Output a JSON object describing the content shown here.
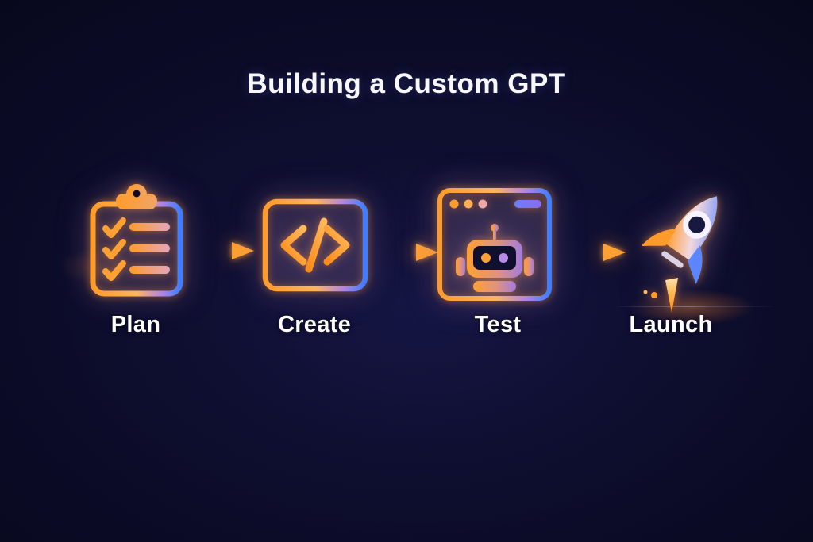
{
  "title": "Building a Custom GPT",
  "steps": [
    {
      "label": "Plan",
      "icon": "clipboard-checklist-icon"
    },
    {
      "label": "Create",
      "icon": "code-icon"
    },
    {
      "label": "Test",
      "icon": "robot-browser-icon"
    },
    {
      "label": "Launch",
      "icon": "rocket-icon"
    }
  ],
  "connector": {
    "type": "arrow-right",
    "count": 3
  },
  "colors": {
    "background": "#0a0a24",
    "accent_orange": "#FFA033",
    "accent_orange_bright": "#FFC46B",
    "accent_blue": "#4D7DFF",
    "accent_purple": "#A27BE0",
    "title_text": "#F8F8FC",
    "label_text": "#FFFFFF"
  }
}
